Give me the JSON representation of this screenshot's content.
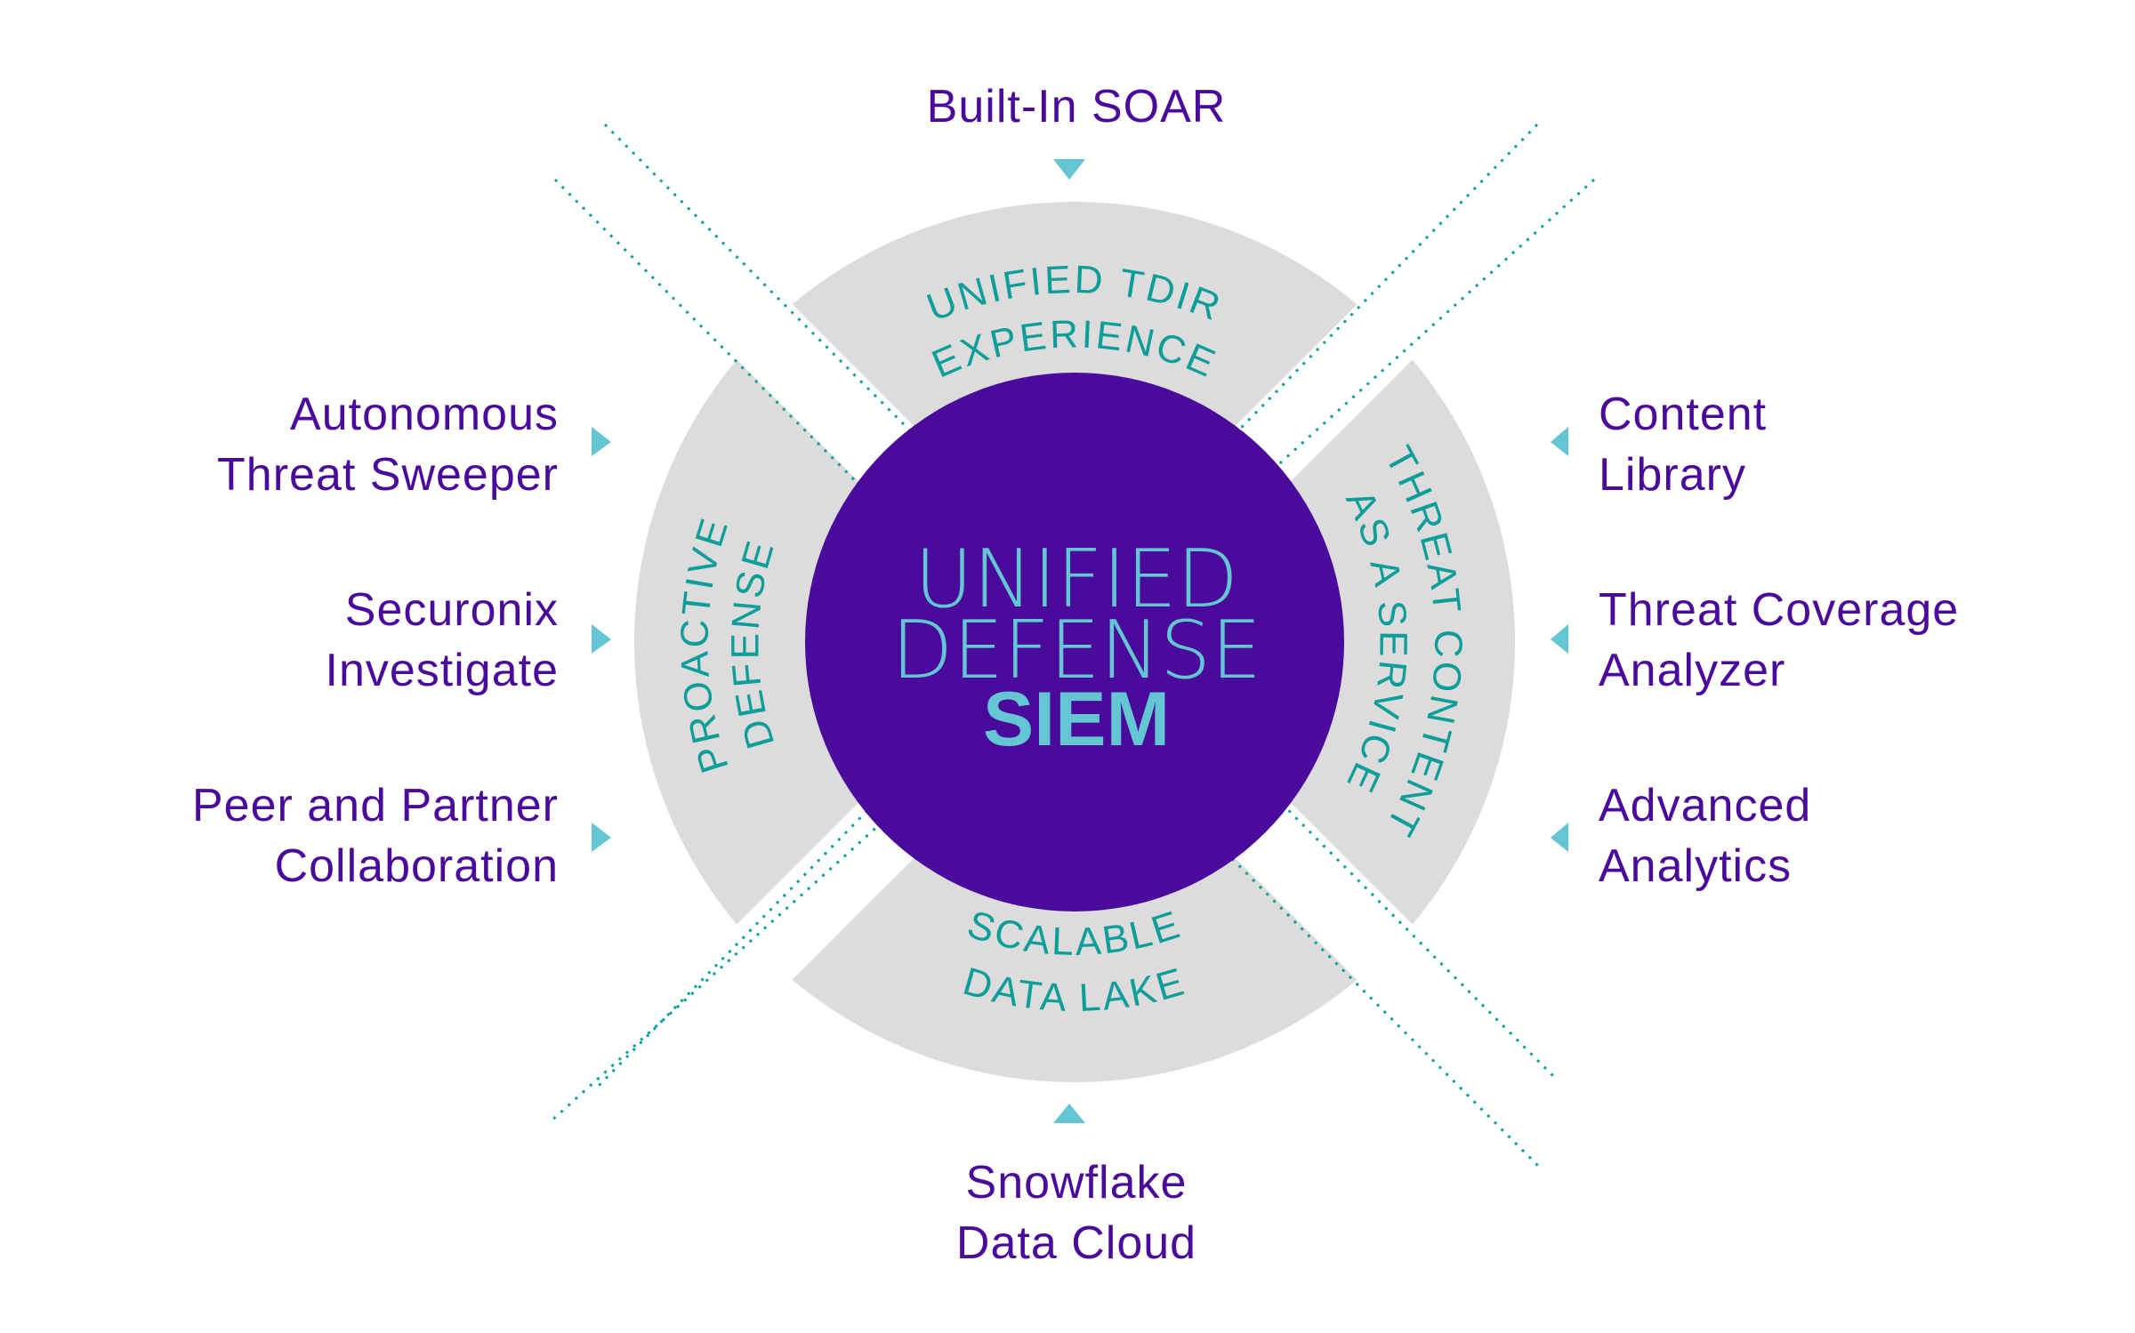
{
  "colors": {
    "purple": "#4a0a9c",
    "teal_text": "#0e9e9a",
    "teal_light": "#63c6d2",
    "ring_gray": "#dcdcdc",
    "background": "#ffffff"
  },
  "core": {
    "line1": "UNIFIED",
    "line2": "DEFENSE",
    "line3": "SIEM"
  },
  "ring_segments": {
    "top": {
      "line1": "UNIFIED TDIR",
      "line2": "EXPERIENCE"
    },
    "right": {
      "line1": "THREAT CONTENT",
      "line2": "AS A SERVICE"
    },
    "bottom": {
      "line1": "SCALABLE",
      "line2": "DATA LAKE"
    },
    "left": {
      "line1": "PROACTIVE",
      "line2": "DEFENSE"
    }
  },
  "outer_labels": {
    "top": {
      "text": "Built-In SOAR",
      "arrow": "arrow-down-icon"
    },
    "bottom": {
      "text": "Snowflake\nData Cloud",
      "arrow": "arrow-up-icon"
    },
    "left": [
      {
        "text": "Autonomous\nThreat Sweeper",
        "arrow": "arrow-right-icon"
      },
      {
        "text": "Securonix\nInvestigate",
        "arrow": "arrow-right-icon"
      },
      {
        "text": "Peer and Partner\nCollaboration",
        "arrow": "arrow-right-icon"
      }
    ],
    "right": [
      {
        "text": "Content\nLibrary",
        "arrow": "arrow-left-icon"
      },
      {
        "text": "Threat Coverage\nAnalyzer",
        "arrow": "arrow-left-icon"
      },
      {
        "text": "Advanced\nAnalytics",
        "arrow": "arrow-left-icon"
      }
    ]
  }
}
